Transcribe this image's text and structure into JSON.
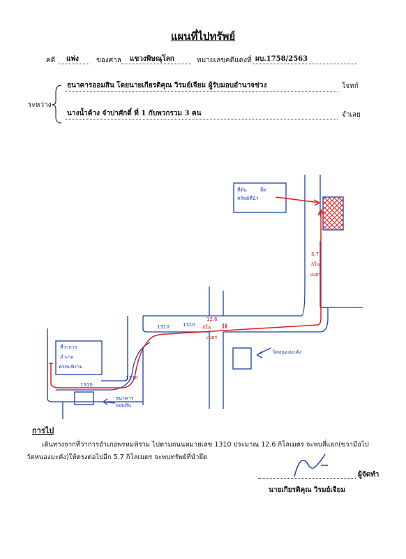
{
  "title": "แผนที่ไปทรัพย์",
  "case": {
    "label_case": "คดี",
    "case_type": "แพ่ง",
    "label_court": "ของศาล",
    "court": "แขวงพิษณุโลก",
    "label_number": "หมายเลขคดีแดงที่",
    "number": "ผบ.1758/2563"
  },
  "parties": {
    "label_between": "ระหว่าง",
    "plaintiff": "ธนาคารออมสิน โดยนายเกียรติคุณ วิรมย์เจียม ผู้รับมอบอำนาจช่วง",
    "plaintiff_role": "โจทก์",
    "defendant": "นางน้ำค้าง จำปาศักดิ์ ที่ 1 กับพวกรวม 3 คน",
    "defendant_role": "จำเลย"
  },
  "map": {
    "property_note_line1": "ที่ดิน",
    "property_note_num": "ยึด",
    "property_note_line2": "ทรัพย์ที่นำ",
    "district_office_line1": "ที่ว่าการ",
    "district_office_line2": "อำเภอ",
    "district_office_line3": "พรหมพิราม",
    "road_label_1": "1310",
    "road_label_2": "1310",
    "road_label_3": "1310",
    "road_label_4": "1310",
    "distance_1": "12.6",
    "distance_1_unit": "กิโล",
    "distance_1_unit2": "เมตร",
    "distance_2": "5.7",
    "distance_2_unit": "กิโล",
    "distance_2_unit2": "เมตร",
    "temple_label": "วัดหนองมะคัง",
    "bank_label_line1": "ธนาคาร",
    "bank_label_line2": "ออมสิน",
    "colors": {
      "ink": "#1a3fb0",
      "route": "#e01b1b",
      "hatch": "#e01b1b"
    }
  },
  "directions": {
    "heading": "การไป",
    "line1": "เดินทางจากที่ว่าการอำเภอพรหมพิราม ไปตามถนนหมายเลข 1310 ประมาณ 12.6 กิโลเมตร จะพบสี่แยก(ขวามือไป",
    "line2": "วัดหนองมะคัง)ให้ตรงต่อไปอีก 5.7 กิโลเมตร   จะพบทรัพย์ที่นำยึด"
  },
  "signature": {
    "role": "ผู้จัดทำ",
    "name": "นายเกียรติคุณ  วิรมย์เจียม"
  }
}
